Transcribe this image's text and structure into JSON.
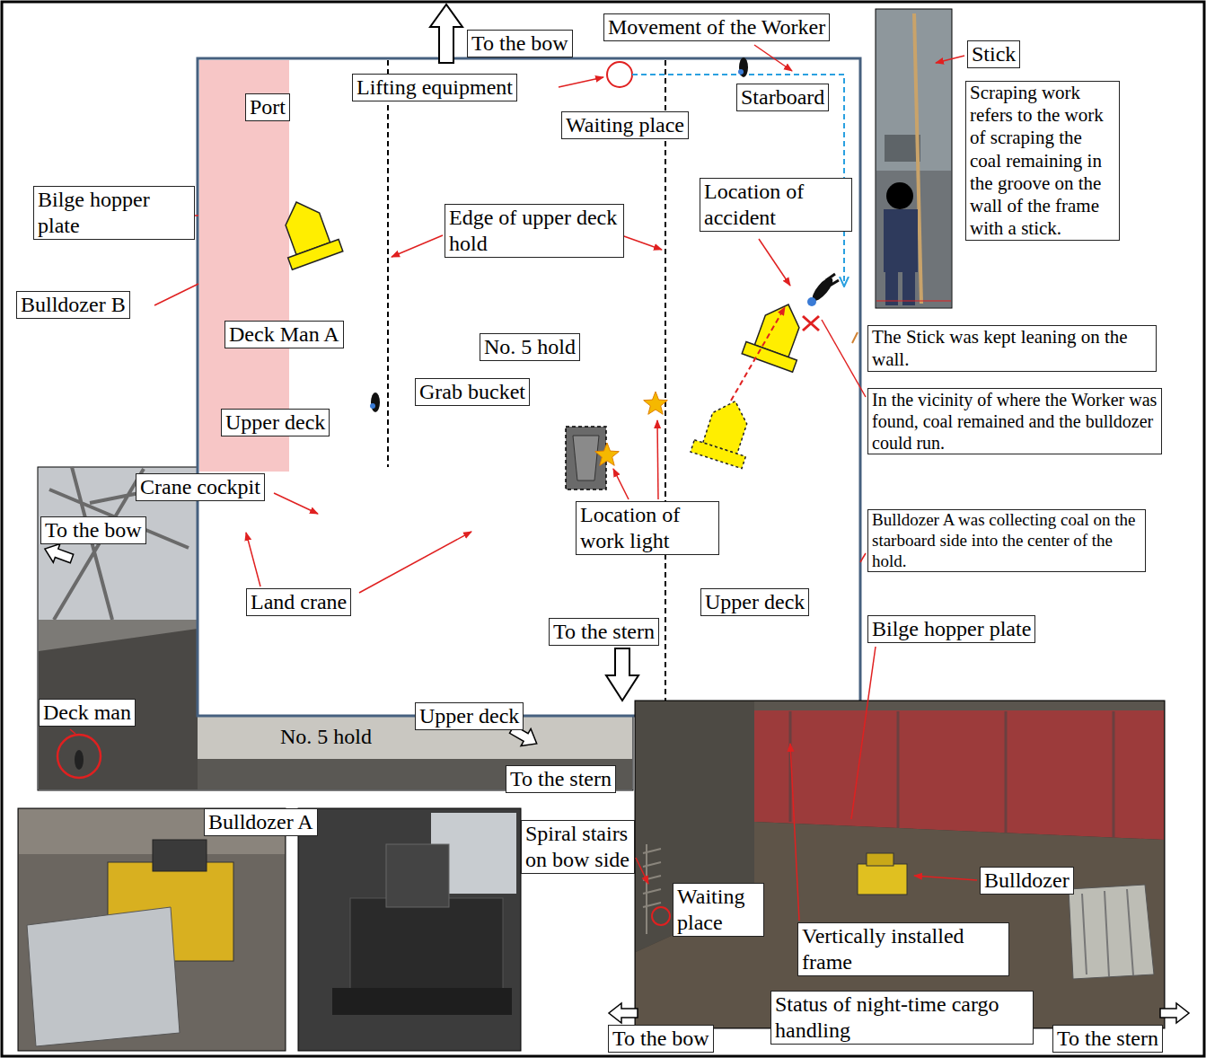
{
  "diagram": {
    "nodes": [
      {
        "text": [
          "To the bow"
        ]
      },
      {
        "text": [
          "Movement of the Worker"
        ]
      },
      {
        "text": [
          "Stick"
        ]
      },
      {
        "text": [
          "Lifting equipment"
        ]
      },
      {
        "text": [
          "Starboard"
        ]
      },
      {
        "text": [
          "Port"
        ]
      },
      {
        "text": [
          "Waiting place"
        ]
      },
      {
        "text": [
          "Scraping work refers to the work of scraping the coal remaining in the groove on the wall of the frame with a stick."
        ]
      },
      {
        "text": [
          "Bilge hopper plate"
        ]
      },
      {
        "text": [
          "Edge of upper deck hold"
        ]
      },
      {
        "text": [
          "Location of accident"
        ]
      },
      {
        "text": [
          "Bulldozer B"
        ]
      },
      {
        "text": [
          "Deck Man A"
        ]
      },
      {
        "text": [
          "No. 5 hold"
        ]
      },
      {
        "text": [
          "The Stick was kept leaning on the wall."
        ]
      },
      {
        "text": [
          "Grab bucket"
        ]
      },
      {
        "text": [
          "Upper deck"
        ]
      },
      {
        "text": [
          "In the vicinity of where the Worker was found, coal remained and the bulldozer could run."
        ]
      },
      {
        "text": [
          "Crane cockpit"
        ]
      },
      {
        "text": [
          "To the bow"
        ]
      },
      {
        "text": [
          "Location of work light"
        ]
      },
      {
        "text": [
          "Bulldozer A was collecting coal on the starboard side into the center of the hold."
        ]
      },
      {
        "text": [
          "Land crane"
        ]
      },
      {
        "text": [
          "Upper deck"
        ]
      },
      {
        "text": [
          "To the stern"
        ]
      },
      {
        "text": [
          "Bilge hopper plate"
        ]
      },
      {
        "text": [
          "Deck man"
        ]
      },
      {
        "text": [
          "Upper deck"
        ]
      },
      {
        "text": [
          "To the stern"
        ]
      },
      {
        "text": [
          "Bulldozer A"
        ]
      },
      {
        "text": [
          "Spiral stairs on bow side"
        ]
      },
      {
        "text": [
          "Waiting place"
        ]
      },
      {
        "text": [
          "Bulldozer"
        ]
      },
      {
        "text": [
          "Vertically installed frame"
        ]
      },
      {
        "text": [
          "Status of night-time cargo handling"
        ]
      },
      {
        "text": [
          "To the bow"
        ]
      },
      {
        "text": [
          "To the stern"
        ]
      }
    ],
    "labels": [
      "No. 5 hold"
    ]
  }
}
